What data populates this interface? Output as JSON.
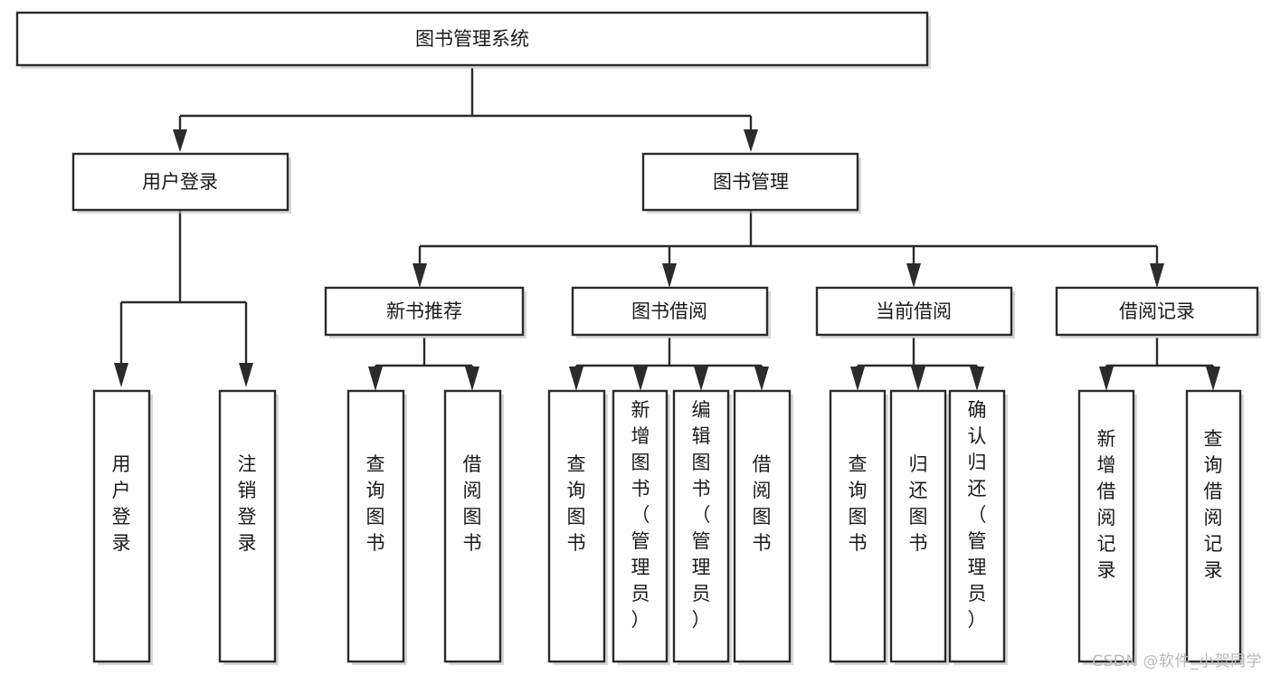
{
  "chart_data": {
    "type": "diagram",
    "title": "图书管理系统",
    "diagram_kind": "hierarchy-tree",
    "orientation": "top-down",
    "levels": 4
  },
  "watermark": {
    "text": "CSDN @软件_小贺同学"
  },
  "colors": {
    "box_stroke": "#2b2b2b",
    "box_fill": "#ffffff",
    "connector": "#2b2b2b",
    "text": "#1a1a1a",
    "background": "#ffffff",
    "watermark": "#b9b9b9"
  },
  "nodes": {
    "root": {
      "label": "图书管理系统",
      "level": 1
    },
    "l2": [
      {
        "id": "user-login",
        "label": "用户登录",
        "level": 2
      },
      {
        "id": "book-manage",
        "label": "图书管理",
        "level": 2
      }
    ],
    "l3": [
      {
        "id": "new-book-recommend",
        "label": "新书推荐",
        "level": 3
      },
      {
        "id": "book-borrow",
        "label": "图书借阅",
        "level": 3
      },
      {
        "id": "current-borrow",
        "label": "当前借阅",
        "level": 3
      },
      {
        "id": "borrow-record",
        "label": "借阅记录",
        "level": 3
      }
    ],
    "leaves": [
      {
        "id": "leaf-user-login",
        "label": "用户登录",
        "parent": "user-login"
      },
      {
        "id": "leaf-logout",
        "label": "注销登录",
        "parent": "user-login"
      },
      {
        "id": "leaf-query-book-1",
        "label": "查询图书",
        "parent": "new-book-recommend"
      },
      {
        "id": "leaf-borrow-book-1",
        "label": "借阅图书",
        "parent": "new-book-recommend"
      },
      {
        "id": "leaf-query-book-2",
        "label": "查询图书",
        "parent": "book-borrow"
      },
      {
        "id": "leaf-add-book",
        "label": "新增图书（管理员）",
        "parent": "book-borrow"
      },
      {
        "id": "leaf-edit-book",
        "label": "编辑图书（管理员）",
        "parent": "book-borrow"
      },
      {
        "id": "leaf-borrow-book-2",
        "label": "借阅图书",
        "parent": "book-borrow"
      },
      {
        "id": "leaf-query-book-3",
        "label": "查询图书",
        "parent": "current-borrow"
      },
      {
        "id": "leaf-return-book",
        "label": "归还图书",
        "parent": "current-borrow"
      },
      {
        "id": "leaf-confirm-return",
        "label": "确认归还（管理员）",
        "parent": "current-borrow"
      },
      {
        "id": "leaf-add-record",
        "label": "新增借阅记录",
        "parent": "borrow-record"
      },
      {
        "id": "leaf-query-record",
        "label": "查询借阅记录",
        "parent": "borrow-record"
      }
    ]
  }
}
